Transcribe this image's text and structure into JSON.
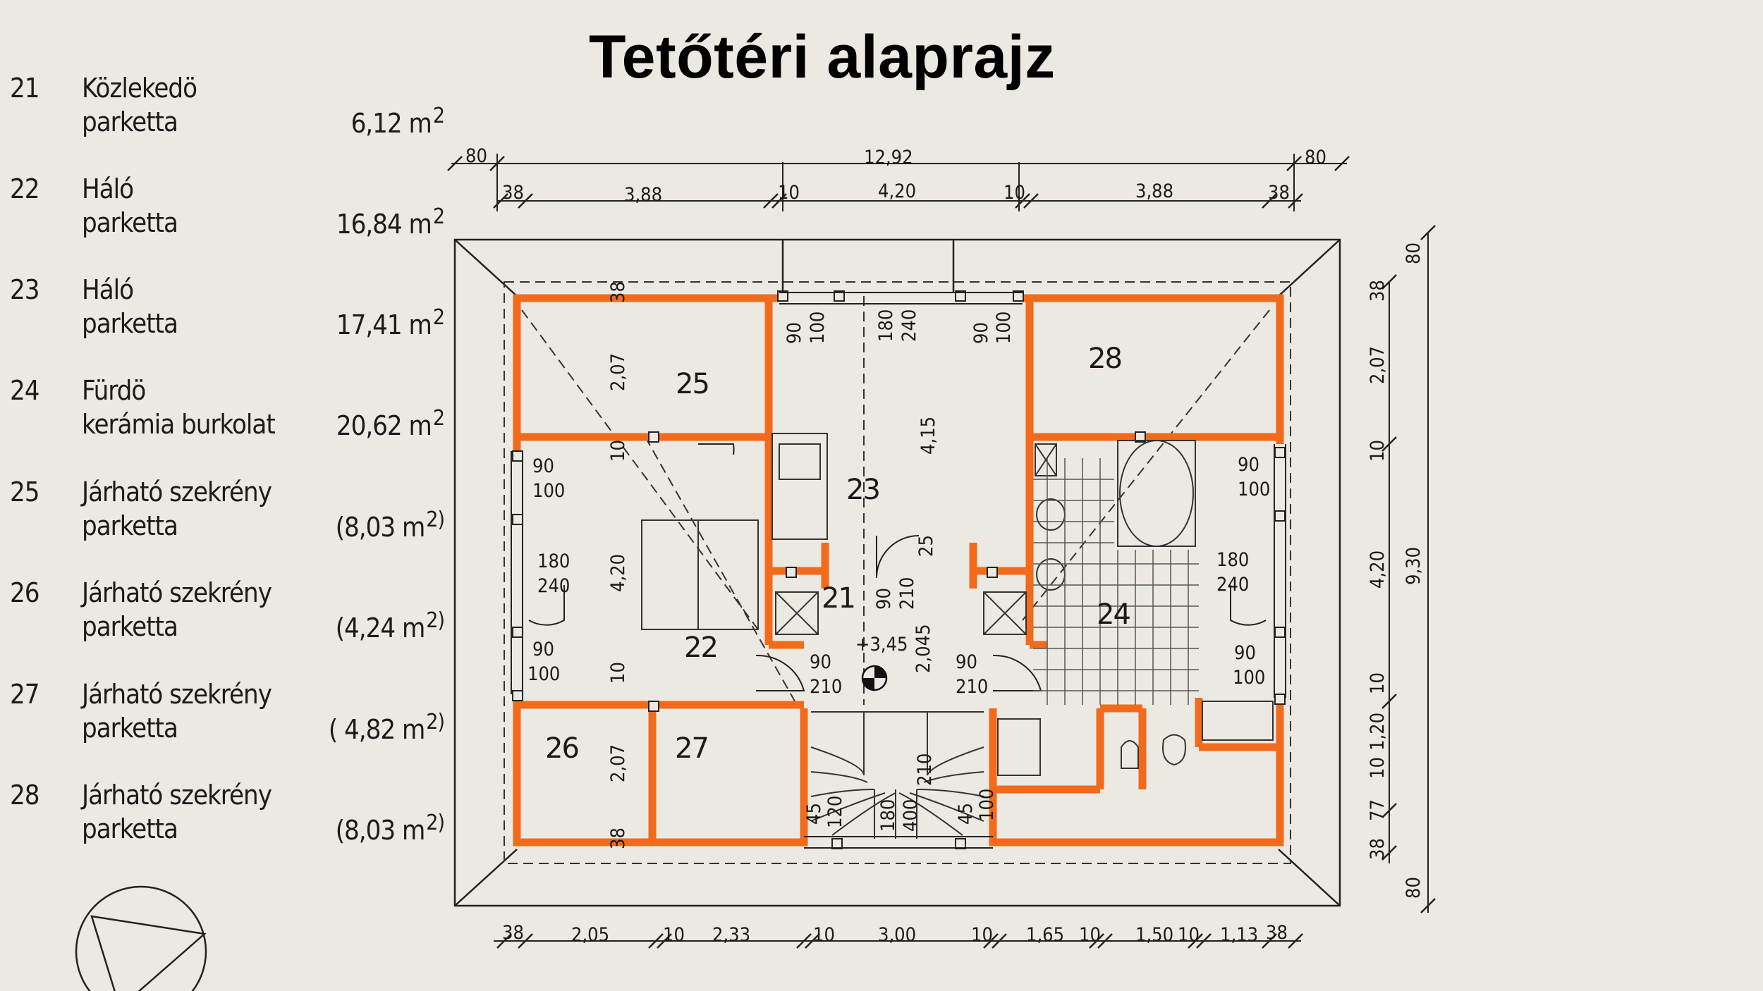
{
  "title": "Tetőtéri alaprajz",
  "rooms": [
    {
      "num": "21",
      "name": "Közlekedö",
      "finish": "parketta",
      "area": "6,12 m",
      "unit_sup": "2"
    },
    {
      "num": "22",
      "name": "Háló",
      "finish": "parketta",
      "area": "16,84 m",
      "unit_sup": "2"
    },
    {
      "num": "23",
      "name": "Háló",
      "finish": "parketta",
      "area": "17,41 m",
      "unit_sup": "2"
    },
    {
      "num": "24",
      "name": "Fürdö",
      "finish": "kerámia burkolat",
      "area": "20,62 m",
      "unit_sup": "2"
    },
    {
      "num": "25",
      "name": "Járható szekrény",
      "finish": "parketta",
      "area": "(8,03 m",
      "unit_sup": "2)"
    },
    {
      "num": "26",
      "name": "Járható szekrény",
      "finish": "parketta",
      "area": "(4,24 m",
      "unit_sup": "2)"
    },
    {
      "num": "27",
      "name": "Járható szekrény",
      "finish": "parketta",
      "area": "( 4,82 m",
      "unit_sup": "2)"
    },
    {
      "num": "28",
      "name": "Járható szekrény",
      "finish": "parketta",
      "area": "(8,03 m",
      "unit_sup": "2)"
    }
  ],
  "plan": {
    "room_labels": {
      "r25": "25",
      "r28": "28",
      "r23": "23",
      "r21": "21",
      "r22": "22",
      "r24": "24",
      "r26": "26",
      "r27": "27"
    },
    "level": "+3,45",
    "top_dims": {
      "overhang_l": "80",
      "total": "12,92",
      "overhang_r": "80",
      "seg1": "38",
      "seg2": "3,88",
      "seg3": "10",
      "seg4": "4,20",
      "seg5": "10",
      "seg6": "3,88",
      "seg7": "38"
    },
    "bottom_dims": {
      "b1": "38",
      "b2": "2,05",
      "b3": "10",
      "b4": "2,33",
      "b5": "10",
      "b6": "3,00",
      "b7": "10",
      "b8": "1,65",
      "b9": "10",
      "b10": "1,50",
      "b11": "10",
      "b12": "1,13",
      "b13": "38"
    },
    "right_dims": {
      "r1": "80",
      "r2": "38",
      "r3": "2,07",
      "r4": "10",
      "r5": "4,20",
      "r6": "10",
      "r7": "1,20",
      "r8": "10",
      "r9": "77",
      "r10": "38",
      "r11": "80",
      "total": "9,30"
    },
    "inner_dims": {
      "d207a": "2,07",
      "d10a": "10",
      "d420": "4,20",
      "d10b": "10",
      "d207b": "2,07",
      "d38a": "38",
      "d38b": "38",
      "d415": "4,15",
      "d2045": "2,045"
    },
    "door_labels": {
      "w1a": "90",
      "w1b": "100",
      "w2a": "180",
      "w2b": "240",
      "w3a": "90",
      "w3b": "100",
      "w4a": "90",
      "w4b": "100",
      "w5a": "180",
      "w5b": "240",
      "w6a": "90",
      "w6b": "100",
      "t1a": "90",
      "t1b": "100",
      "t2a": "180",
      "t2b": "240",
      "t3a": "90",
      "t3b": "100",
      "dl1a": "90",
      "dl1b": "210",
      "dl2a": "90",
      "dl2b": "210",
      "dc1a": "90",
      "dc1b": "210",
      "dc2": "25",
      "s1": "45",
      "s2": "120",
      "s3": "180",
      "s4": "400",
      "s5": "210",
      "s6": "45",
      "s7": "100"
    }
  },
  "colors": {
    "wall": "#f26a1b",
    "line": "#1a1a1a",
    "paper": "#ece9e2"
  }
}
